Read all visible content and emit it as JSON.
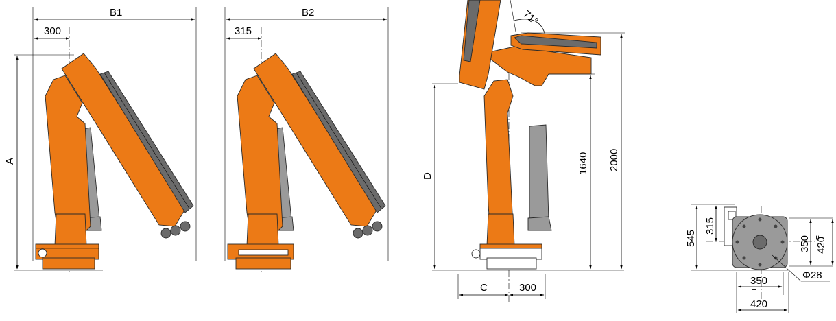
{
  "colors": {
    "body": "#ec7a16",
    "cylinder": "#9a9a9a",
    "boom_cylinder": "#6b6b6b",
    "line": "#000000"
  },
  "view1": {
    "width_label": "B1",
    "offset_label": "300",
    "height_label": "A"
  },
  "view2": {
    "width_label": "B2",
    "offset_label": "315"
  },
  "view3": {
    "angle_label": "71°",
    "height_label": "D",
    "mid_height_label": "1640",
    "total_height_label": "2000",
    "base_left_label": "C",
    "base_right_label": "300"
  },
  "view4": {
    "height_label": "545",
    "offset_label": "315",
    "inner_height_label": "350",
    "outer_height_label": "420",
    "inner_width_label": "350",
    "outer_width_label": "420",
    "hole_label": "Φ28",
    "equal_mark": "="
  }
}
